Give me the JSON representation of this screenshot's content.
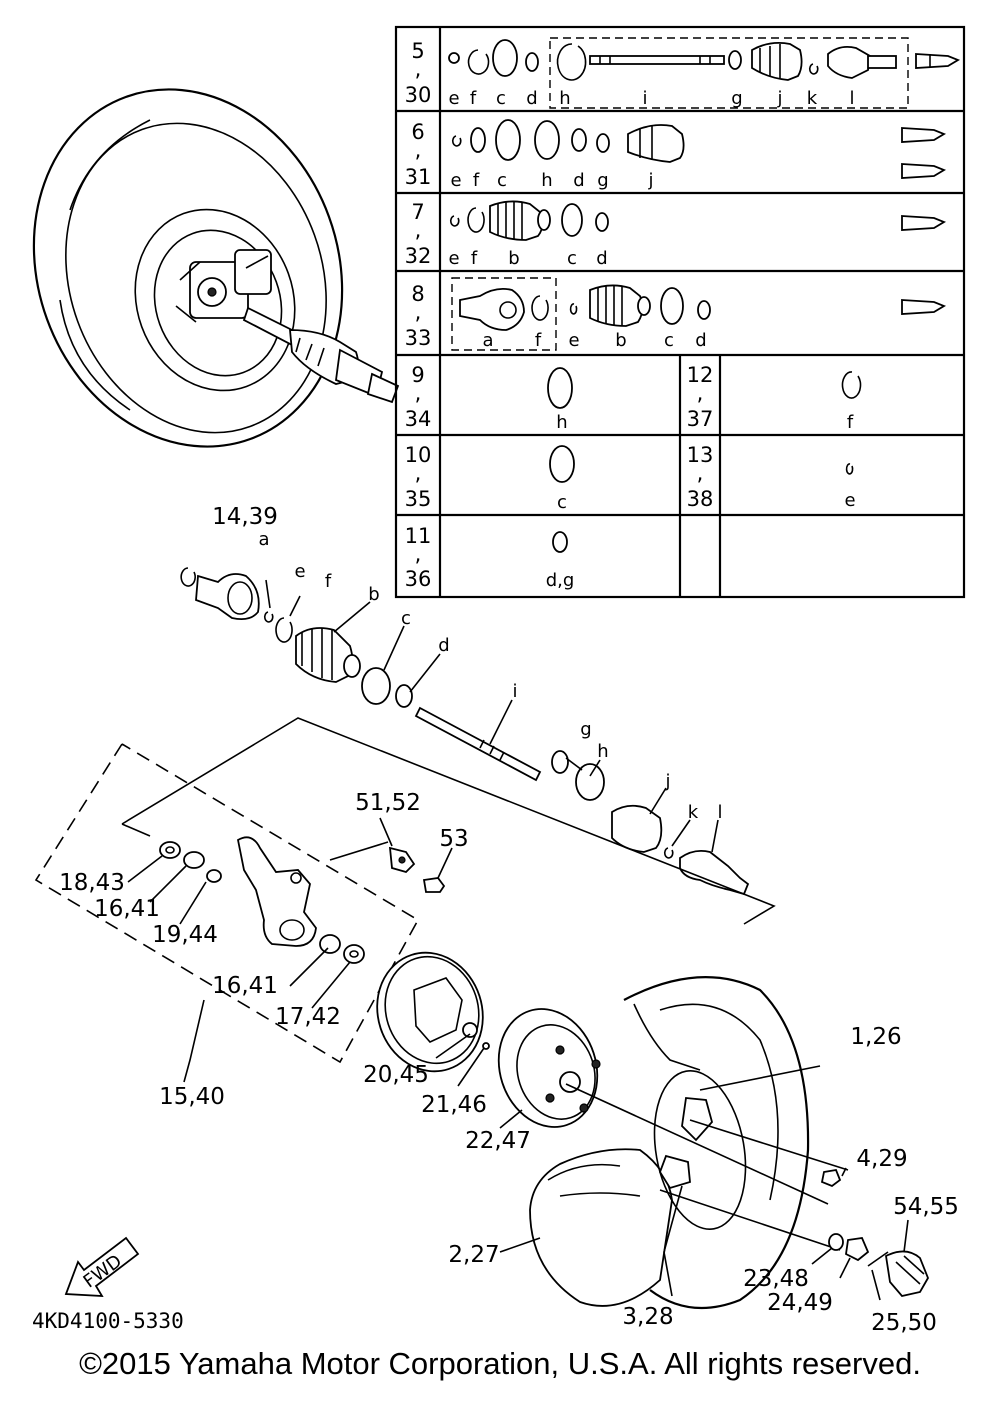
{
  "table": {
    "rows": [
      {
        "label_top": "5",
        "label_bottom": "30",
        "letters": [
          "e",
          "f",
          "c",
          "d",
          "h",
          "i",
          "g",
          "j",
          "k",
          "l"
        ]
      },
      {
        "label_top": "6",
        "label_bottom": "31",
        "letters": [
          "e",
          "f",
          "c",
          "h",
          "d",
          "g",
          "j"
        ]
      },
      {
        "label_top": "7",
        "label_bottom": "32",
        "letters": [
          "e",
          "f",
          "b",
          "c",
          "d"
        ]
      },
      {
        "label_top": "8",
        "label_bottom": "33",
        "letters": [
          "a",
          "f",
          "e",
          "b",
          "c",
          "d"
        ]
      }
    ],
    "split_rows": [
      {
        "left_top": "9",
        "left_bottom": "34",
        "left_letter": "h",
        "right_top": "12",
        "right_bottom": "37",
        "right_letter": "f"
      },
      {
        "left_top": "10",
        "left_bottom": "35",
        "left_letter": "c",
        "right_top": "13",
        "right_bottom": "38",
        "right_letter": "e"
      },
      {
        "left_top": "11",
        "left_bottom": "36",
        "left_letter": "d,g",
        "right_top": "",
        "right_bottom": "",
        "right_letter": ""
      }
    ],
    "separator": ","
  },
  "shaft_letters": [
    "a",
    "e",
    "f",
    "b",
    "c",
    "d",
    "i",
    "g",
    "h",
    "j",
    "k",
    "l"
  ],
  "part_labels": [
    "14,39",
    "51,52",
    "53",
    "18,43",
    "16,41",
    "19,44",
    "16,41",
    "17,42",
    "15,40",
    "20,45",
    "21,46",
    "22,47",
    "1,26",
    "4,29",
    "54,55",
    "2,27",
    "23,48",
    "24,49",
    "3,28",
    "25,50"
  ],
  "fwd_label": "FWD",
  "diagram_code": "4KD4100-5330",
  "copyright": "©2015 Yamaha Motor Corporation, U.S.A. All rights reserved."
}
